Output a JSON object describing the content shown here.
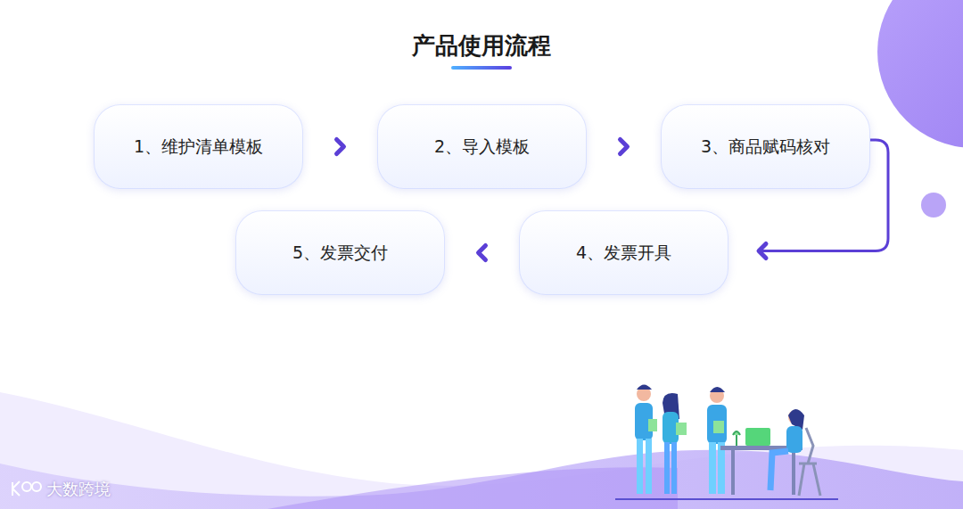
{
  "diagram": {
    "title": "产品使用流程",
    "nodes": [
      {
        "text": [
          "1、维护清单模板"
        ]
      },
      {
        "text": [
          "2、导入模板"
        ]
      },
      {
        "text": [
          "3、商品赋码核对"
        ]
      },
      {
        "text": [
          "4、发票开具"
        ]
      },
      {
        "text": [
          "5、发票交付"
        ]
      }
    ],
    "edges": [
      {
        "from": 0,
        "to": 1,
        "arrow": "to"
      },
      {
        "from": 1,
        "to": 2,
        "arrow": "to"
      },
      {
        "from": 2,
        "to": 3,
        "arrow": "to"
      },
      {
        "from": 3,
        "to": 4,
        "arrow": "to"
      }
    ],
    "labels": [
      "大数跨境"
    ]
  }
}
